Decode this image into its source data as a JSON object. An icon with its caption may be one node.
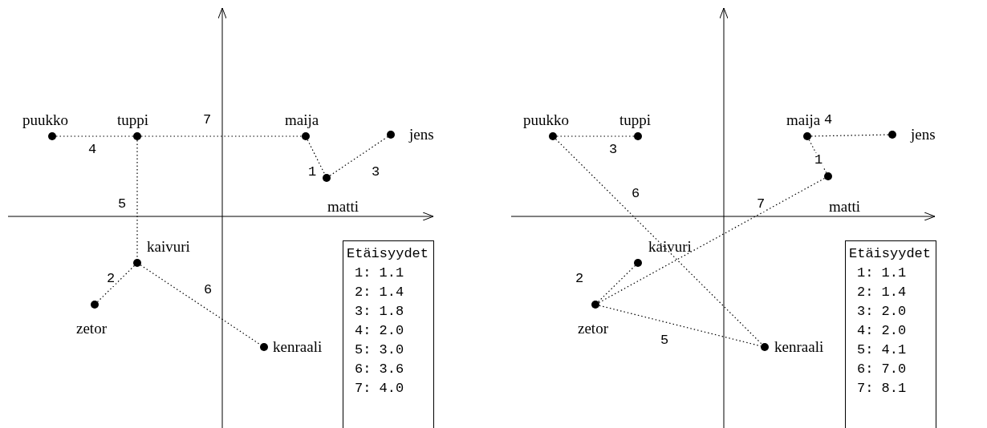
{
  "diagram": {
    "nodes": [
      {
        "text": [
          "puukko"
        ]
      },
      {
        "text": [
          "tuppi"
        ]
      },
      {
        "text": [
          "maija"
        ]
      },
      {
        "text": [
          "jens"
        ]
      },
      {
        "text": [
          "matti"
        ]
      },
      {
        "text": [
          "kaivuri"
        ]
      },
      {
        "text": [
          "zetor"
        ]
      },
      {
        "text": [
          "kenraali"
        ]
      },
      {
        "text": [
          "Etäisyydet",
          "1: 1.1",
          "2: 1.4",
          "3: 1.8",
          "4: 2.0",
          "5: 3.0",
          "6: 3.6",
          "7: 4.0"
        ]
      },
      {
        "text": [
          "puukko"
        ]
      },
      {
        "text": [
          "tuppi"
        ]
      },
      {
        "text": [
          "maija"
        ]
      },
      {
        "text": [
          "jens"
        ]
      },
      {
        "text": [
          "matti"
        ]
      },
      {
        "text": [
          "kaivuri"
        ]
      },
      {
        "text": [
          "zetor"
        ]
      },
      {
        "text": [
          "kenraali"
        ]
      },
      {
        "text": [
          "Etäisyydet",
          "1: 1.1",
          "2: 1.4",
          "3: 2.0",
          "4: 2.0",
          "5: 4.1",
          "6: 7.0",
          "7: 8.1"
        ]
      }
    ],
    "edges": [
      {
        "from": 0,
        "to": 1,
        "arrow": "none",
        "label": "4"
      },
      {
        "from": 1,
        "to": 2,
        "arrow": "none",
        "label": "7"
      },
      {
        "from": 2,
        "to": 4,
        "arrow": "none",
        "label": "1"
      },
      {
        "from": 4,
        "to": 3,
        "arrow": "none",
        "label": "3"
      },
      {
        "from": 1,
        "to": 5,
        "arrow": "none",
        "label": "5"
      },
      {
        "from": 5,
        "to": 6,
        "arrow": "none",
        "label": "2"
      },
      {
        "from": 5,
        "to": 7,
        "arrow": "none",
        "label": "6"
      },
      {
        "from": 9,
        "to": 10,
        "arrow": "none",
        "label": "3"
      },
      {
        "from": 11,
        "to": 12,
        "arrow": "none",
        "label": "4"
      },
      {
        "from": 11,
        "to": 13,
        "arrow": "none",
        "label": "1"
      },
      {
        "from": 9,
        "to": 16,
        "arrow": "none",
        "label": "6"
      },
      {
        "from": 15,
        "to": 13,
        "arrow": "none",
        "label": "7"
      },
      {
        "from": 15,
        "to": 14,
        "arrow": "none",
        "label": "2"
      },
      {
        "from": 15,
        "to": 16,
        "arrow": "none",
        "label": "5"
      }
    ]
  }
}
